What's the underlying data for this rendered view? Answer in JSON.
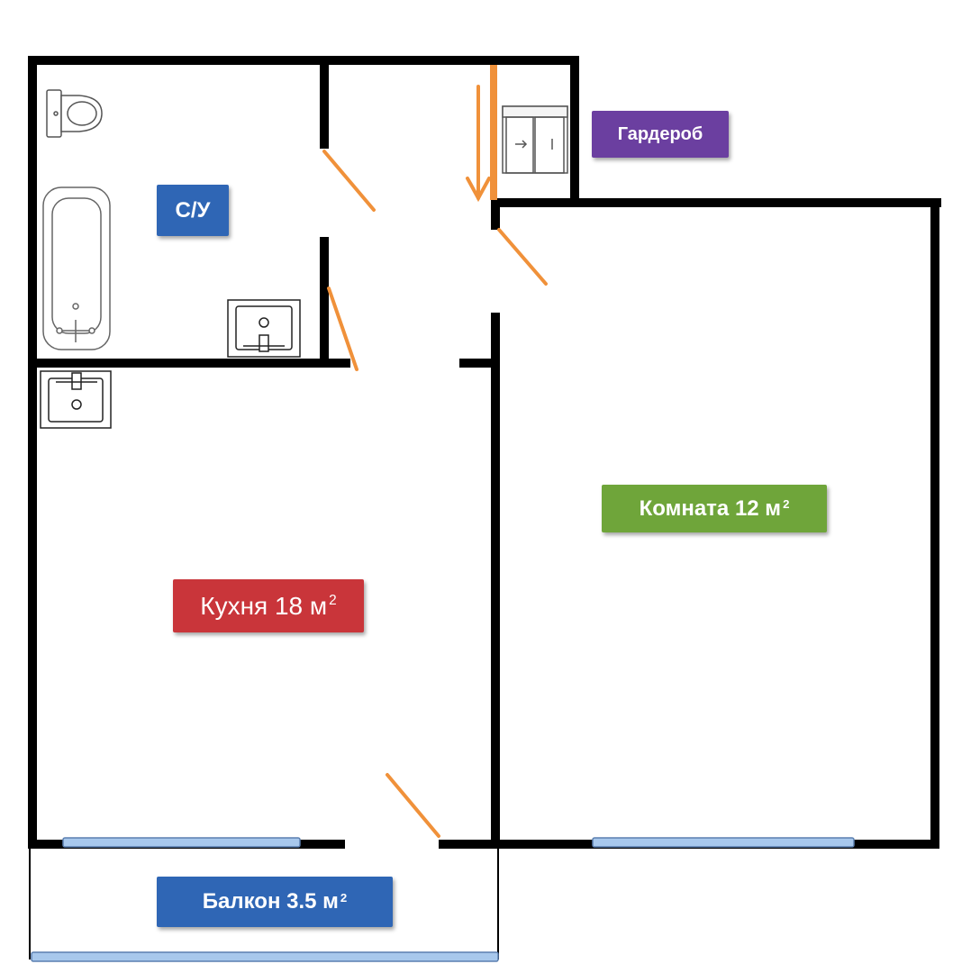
{
  "rooms": {
    "bathroom": {
      "label": "С/У",
      "color": "#2f66b5"
    },
    "wardrobe": {
      "label": "Гардероб",
      "color": "#6b3fa0"
    },
    "room": {
      "label": "Комната  12 м",
      "sup": "2",
      "color": "#6fa53a"
    },
    "kitchen": {
      "label": "Кухня 18 м",
      "sup": "2",
      "color": "#c9353a"
    },
    "balcony": {
      "label": "Балкон 3.5 м",
      "sup": "2",
      "color": "#2f66b5"
    }
  },
  "colors": {
    "wall": "#000000",
    "door": "#f0913a",
    "window": "#a8c8ec",
    "fixture": "#333333"
  },
  "icons": [
    "toilet-icon",
    "bathtub-icon",
    "sink-icon",
    "wardrobe-icon",
    "arrow-down-icon"
  ]
}
